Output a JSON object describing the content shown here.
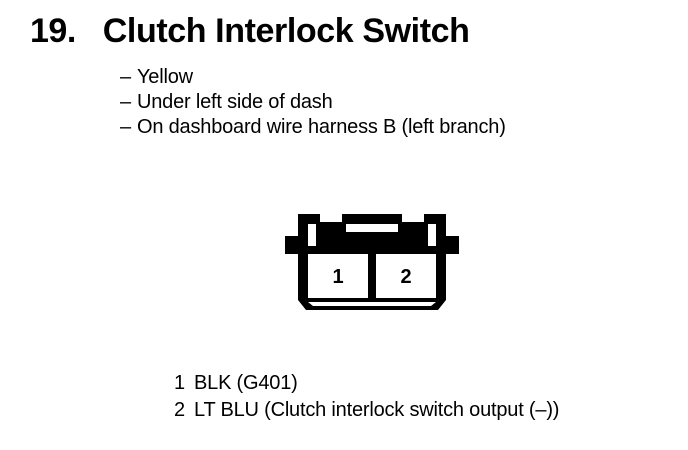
{
  "heading": {
    "number": "19.",
    "title": "Clutch Interlock Switch"
  },
  "bullets": [
    {
      "dash": "–",
      "text": "Yellow"
    },
    {
      "dash": "–",
      "text": "Under left side of dash"
    },
    {
      "dash": "–",
      "text": "On dashboard wire harness B (left branch)"
    }
  ],
  "connector": {
    "name": "2-pin connector face view",
    "cavities": [
      {
        "number": "1"
      },
      {
        "number": "2"
      }
    ],
    "outline_color": "#000000",
    "fill_color": "#ffffff"
  },
  "pin_legend": [
    {
      "pin": "1",
      "description": "BLK (G401)"
    },
    {
      "pin": "2",
      "description": "LT BLU (Clutch interlock switch output (–))"
    }
  ]
}
